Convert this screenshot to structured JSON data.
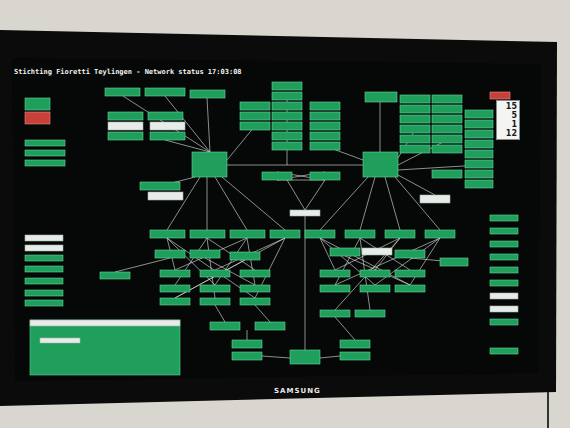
{
  "diagram": {
    "title": "Stichting Fioretti Teylingen - Network status 17:03:08",
    "nodes": [
      {
        "text": [
          "15",
          "5",
          "1",
          "12"
        ]
      }
    ],
    "labels": [
      "SAMSUNG"
    ]
  }
}
